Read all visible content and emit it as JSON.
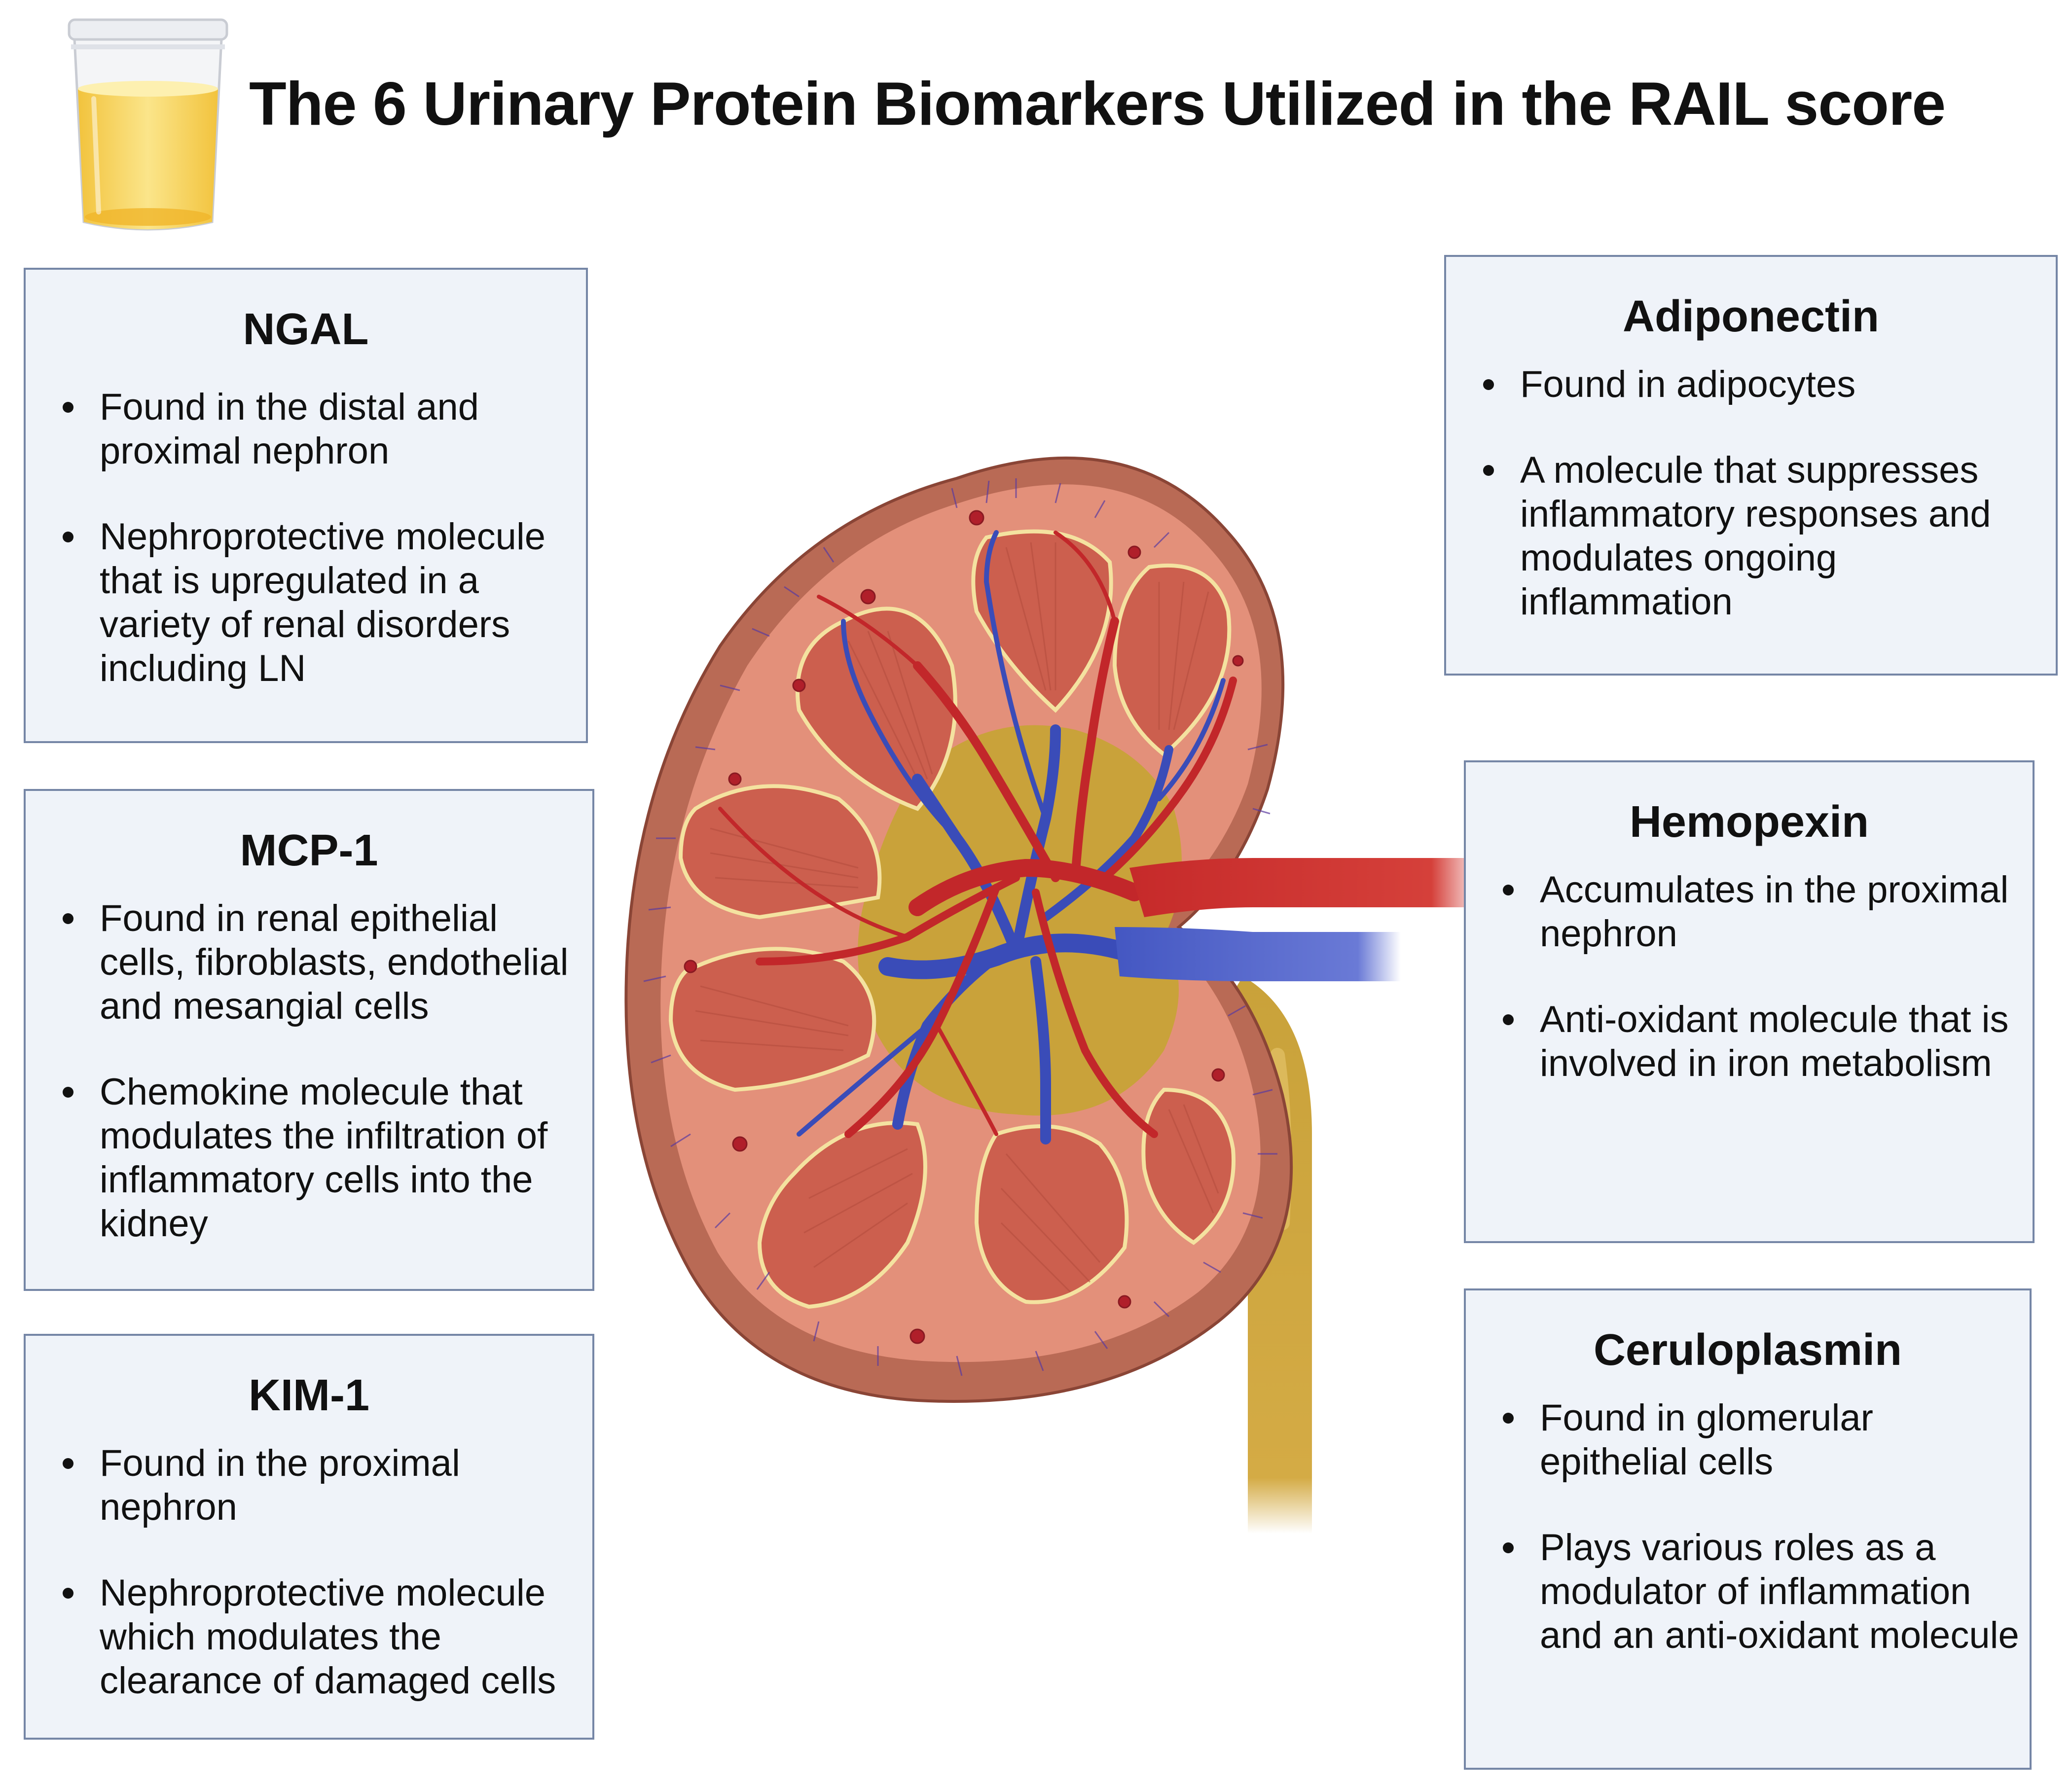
{
  "title": "The 6 Urinary Protein Biomarkers Utilized in the RAIL score",
  "icons": {
    "urine_cup": "urine-sample-cup-icon",
    "kidney": "kidney-cross-section-illustration"
  },
  "colors": {
    "box_background": "#eff3f9",
    "box_border": "#7586a6",
    "urine": "#f5c94c",
    "artery": "#c62a2a",
    "vein": "#4457c2",
    "cortex": "#e3907a",
    "pelvis": "#c9a23a"
  },
  "biomarkers": {
    "ngal": {
      "name": "NGAL",
      "bullets": [
        "Found in the distal and proximal nephron",
        "Nephroprotective molecule that is upregulated in a variety of renal disorders including LN"
      ]
    },
    "mcp1": {
      "name": "MCP-1",
      "bullets": [
        "Found in renal epithelial cells, fibroblasts, endothelial and mesangial cells",
        "Chemokine molecule that modulates the infiltration of inflammatory cells into the kidney"
      ]
    },
    "kim1": {
      "name": "KIM-1",
      "bullets": [
        "Found in the proximal nephron",
        "Nephroprotective molecule which modulates the clearance of damaged cells"
      ]
    },
    "adiponectin": {
      "name": "Adiponectin",
      "bullets": [
        "Found in adipocytes",
        "A molecule that suppresses inflammatory responses and modulates ongoing inflammation"
      ]
    },
    "hemopexin": {
      "name": "Hemopexin",
      "bullets": [
        "Accumulates in the proximal nephron",
        "Anti-oxidant molecule that is involved in iron metabolism"
      ]
    },
    "ceruloplasmin": {
      "name": "Ceruloplasmin",
      "bullets": [
        "Found in glomerular epithelial cells",
        "Plays various roles as a modulator of inflammation and an anti-oxidant molecule"
      ]
    }
  }
}
